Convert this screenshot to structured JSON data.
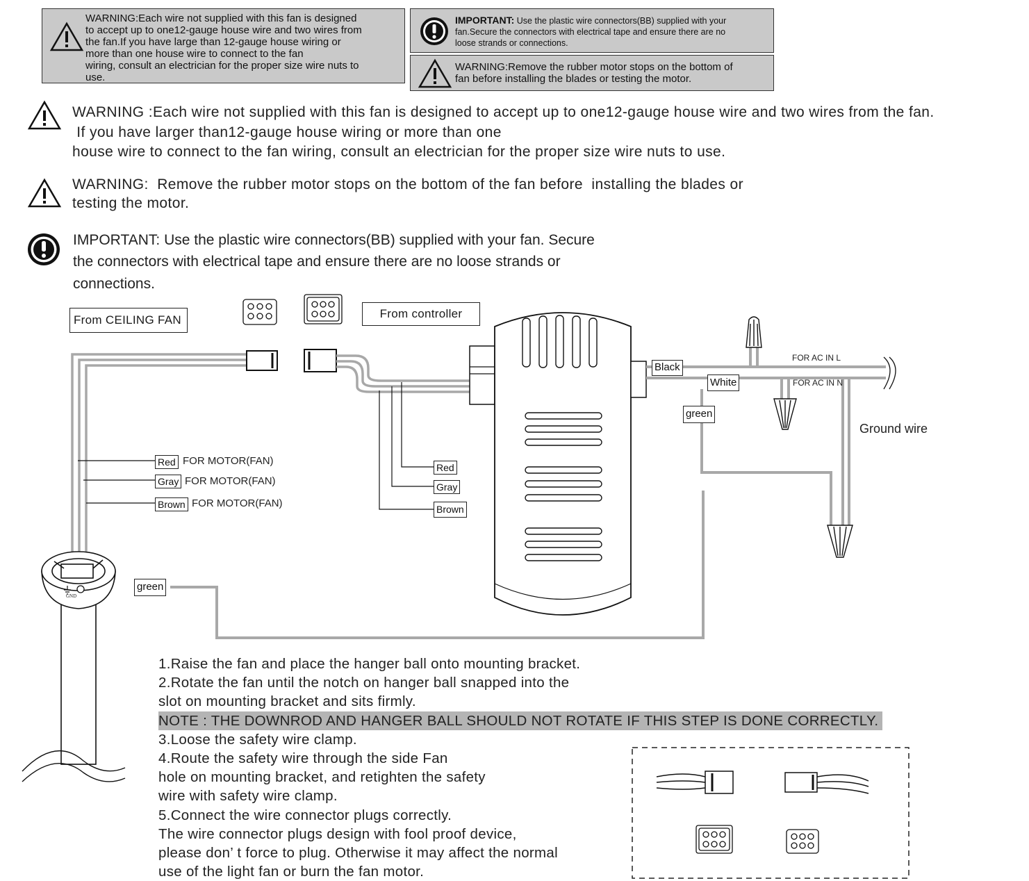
{
  "top_boxes": {
    "warning_left": {
      "lines": [
        "WARNING:Each wire not supplied with this fan is designed",
        "to accept up to one12-gauge house wire and two wires from",
        "the fan.If you have large than 12-gauge house wiring or",
        "more than one house wire to connect to the fan",
        "wiring, consult an electrician for the proper size wire nuts to",
        "use."
      ]
    },
    "important_right": {
      "title": "IMPORTANT:",
      "lines": [
        " Use  the  plastic wire connectors(BB) supplied with your",
        "fan.Secure the connectors with electrical tape and ensure there are no",
        "loose strands or connections."
      ]
    },
    "warning_right": {
      "lines": [
        "WARNING:Remove the rubber motor stops on the bottom of",
        "fan before installing the blades or testing the motor."
      ]
    }
  },
  "warnings": {
    "wire_gauge": [
      "WARNING  :Each wire not supplied with this fan is designed to accept up to one12-gauge house wire and two wires from the fan.",
      " If you have larger than12-gauge house wiring or more than one",
      "house wire to connect to the fan wiring, consult an electrician for the proper size wire nuts to use."
    ],
    "motor_stops": [
      "WARNING:  Remove the rubber motor stops on the bottom of the fan before  installing the blades or",
      "testing the motor."
    ],
    "important": [
      "IMPORTANT: Use the plastic wire connectors(BB) supplied with your fan. Secure",
      "the connectors with electrical tape and ensure there are no loose strands or",
      "connections."
    ]
  },
  "diagram": {
    "from_ceiling_fan": "From CEILING FAN",
    "from_controller": "From controller",
    "left_wires": [
      {
        "tag": "Red",
        "desc": "FOR MOTOR(FAN)"
      },
      {
        "tag": "Gray",
        "desc": "FOR MOTOR(FAN)"
      },
      {
        "tag": "Brown",
        "desc": "FOR MOTOR(FAN)"
      }
    ],
    "right_wires": [
      "Red",
      "Gray",
      "Brown"
    ],
    "black": "Black",
    "white": "White",
    "green_controller": "green",
    "green_ball": "green",
    "ac_in_l": "FOR AC IN L",
    "ac_in_n": "FOR AC IN N",
    "ground_wire": "Ground wire",
    "gnd": "GND"
  },
  "steps": [
    "1.Raise the fan and place the hanger ball onto mounting bracket.",
    "2.Rotate the fan until the notch on hanger ball snapped into the",
    "slot on mounting bracket and sits firmly.",
    "NOTE : THE DOWNROD AND HANGER BALL SHOULD NOT ROTATE IF THIS STEP IS DONE  CORRECTLY.",
    "3.Loose the safety wire clamp.",
    "4.Route the safety wire through the side  Fan",
    "hole on mounting bracket, and retighten the safety",
    "wire with safety wire clamp.",
    "5.Connect the wire connector plugs correctly.",
    "The wire connector plugs design with fool proof device,",
    "please don’ t force to plug. Otherwise it may affect the normal",
    "use of the light fan or burn the fan motor."
  ],
  "colors": {
    "box_fill": "#c9c9c9",
    "wire": "#a8a8a8",
    "note_fill": "#b4b4b4"
  }
}
